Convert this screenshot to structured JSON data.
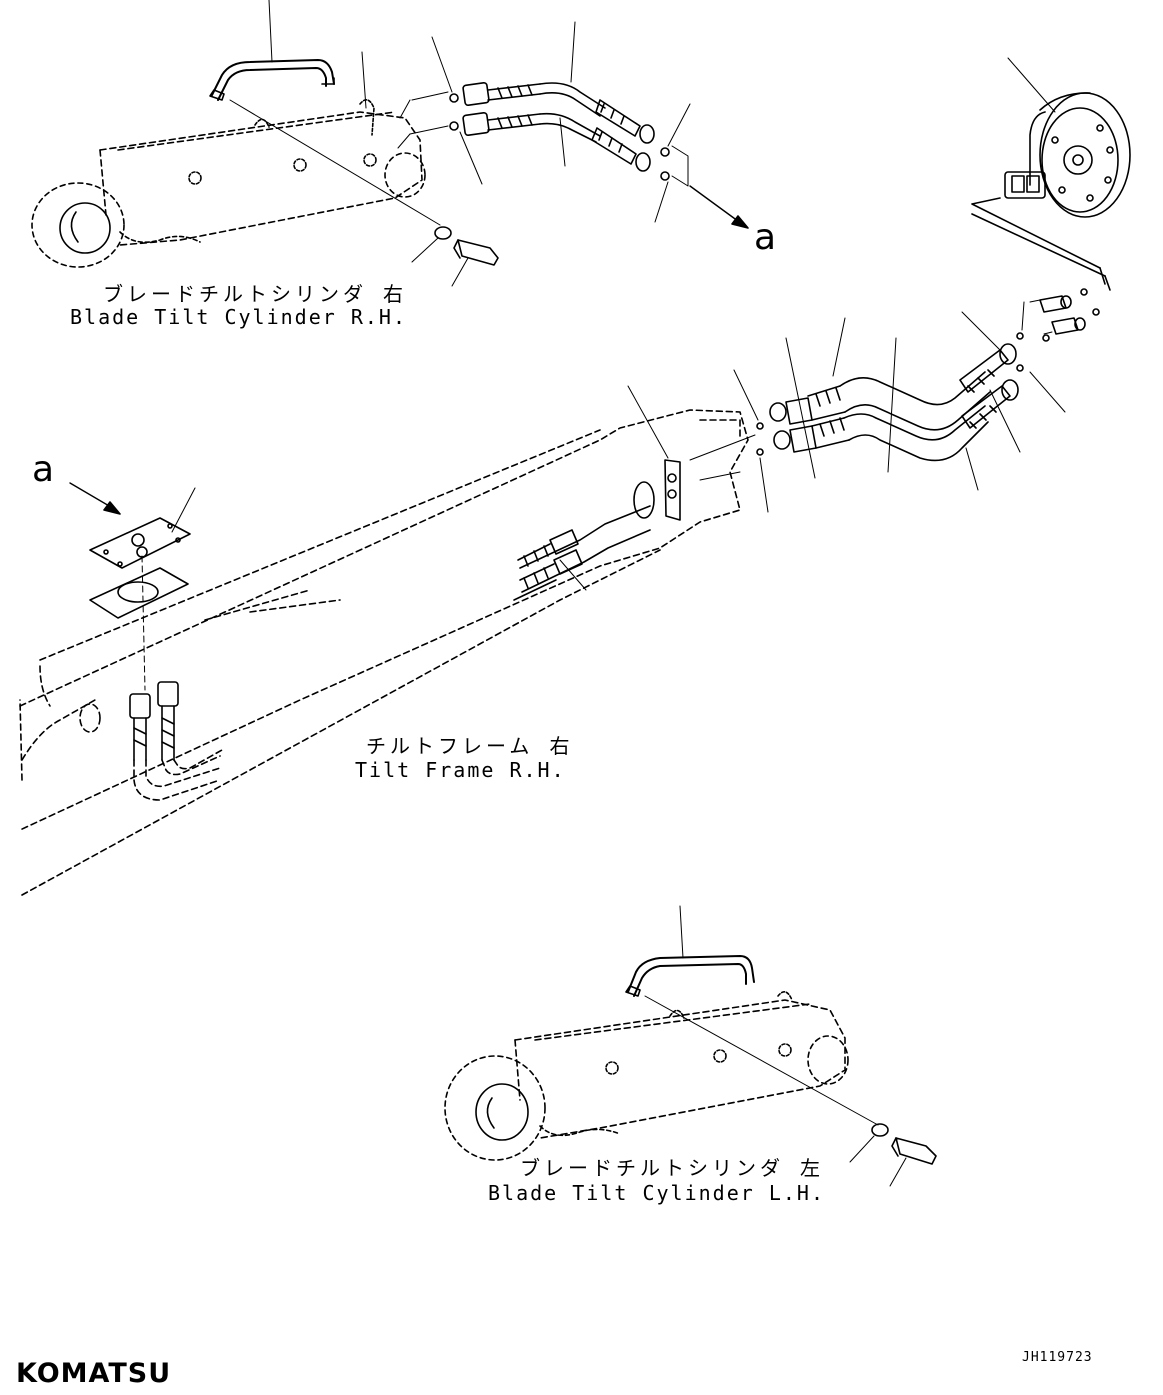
{
  "labels": {
    "blade_tilt_rh_jp": "ブレードチルトシリンダ 右",
    "blade_tilt_rh_en": "Blade Tilt Cylinder R.H.",
    "tilt_frame_jp": "チルトフレーム 右",
    "tilt_frame_en": "Tilt Frame R.H.",
    "blade_tilt_lh_jp": "ブレードチルトシリンダ 左",
    "blade_tilt_lh_en": "Blade Tilt Cylinder L.H."
  },
  "markers": {
    "detail_a_top": "a",
    "detail_a_left": "a"
  },
  "document_id": "JH119723",
  "brand": "KOMATSU",
  "colors": {
    "line": "#000000",
    "background": "#ffffff"
  }
}
